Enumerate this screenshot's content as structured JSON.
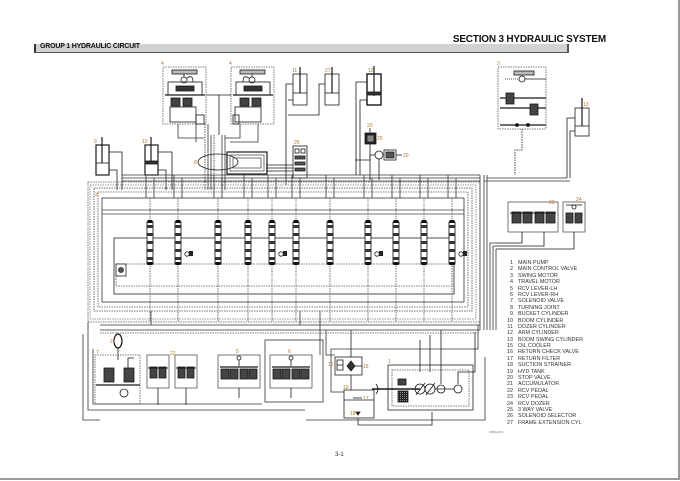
{
  "header": {
    "section_title": "SECTION  3  HYDRAULIC SYSTEM",
    "group_title": "GROUP  1  HYDRAULIC CIRCUIT"
  },
  "diagram": {
    "title": "Hydraulic circuit diagram",
    "component_labels": {
      "main_pump": "1",
      "main_control_valve": "2",
      "swing_motor": "3",
      "travel_motor_left": "4",
      "travel_motor_right": "4",
      "rcv_lever_lh": "5",
      "rcv_lever_rh": "6",
      "solenoid_valve": "7",
      "turning_joint": "8",
      "bucket_cylinder": "9",
      "boom_cylinder": "10",
      "dozer_cylinder": "11",
      "arm_cylinder": "12",
      "boom_swing_cylinder": "13",
      "oil_cooler": "15",
      "return_check_valve": "16",
      "return_filter": "17",
      "suction_strainer": "18",
      "hyd_tank": "19",
      "stop_valve": "20",
      "accumulator": "21",
      "rcv_pedal_1": "22",
      "rcv_pedal_2": "23",
      "rcv_dozer": "24",
      "three_way_valve": "25",
      "solenoid_selector": "26",
      "frame_extension_cyl": "27"
    },
    "colors": {
      "line": "#1a1a1a",
      "label": "#3a3a3a",
      "callout_number": "#b07a2a",
      "dashed_pilot": "#555555",
      "header_bar": "#d2d2d2"
    }
  },
  "legend": {
    "items": [
      {
        "num": "1",
        "label": "MAIN PUMP"
      },
      {
        "num": "2",
        "label": "MAIN CONTROL VALVE"
      },
      {
        "num": "3",
        "label": "SWING MOTOR"
      },
      {
        "num": "4",
        "label": "TRAVEL MOTOR"
      },
      {
        "num": "5",
        "label": "RCV LEVER-LH"
      },
      {
        "num": "6",
        "label": "RCV LEVER-RH"
      },
      {
        "num": "7",
        "label": "SOLENOID VALVE"
      },
      {
        "num": "8",
        "label": "TURNING JOINT"
      },
      {
        "num": "9",
        "label": "BUCKET CYLINDER"
      },
      {
        "num": "10",
        "label": "BOOM CYLINDER"
      },
      {
        "num": "11",
        "label": "DOZER CYLINDER"
      },
      {
        "num": "12",
        "label": "ARM CYLINDER"
      },
      {
        "num": "13",
        "label": "BOOM SWING CYLINDER"
      },
      {
        "num": "15",
        "label": "OIL COOLER"
      },
      {
        "num": "16",
        "label": "RETURN CHECK VALVE"
      },
      {
        "num": "17",
        "label": "RETURN FILTER"
      },
      {
        "num": "18",
        "label": "SUCTION STRAINER"
      },
      {
        "num": "19",
        "label": "HYD TANK"
      },
      {
        "num": "20",
        "label": "STOP VALVE"
      },
      {
        "num": "21",
        "label": "ACCUMULATOR"
      },
      {
        "num": "22",
        "label": "RCV PEDAL"
      },
      {
        "num": "23",
        "label": "RCV PEDAL"
      },
      {
        "num": "24",
        "label": "RCV DOZER"
      },
      {
        "num": "25",
        "label": "3 WAY VALVE"
      },
      {
        "num": "26",
        "label": "SOLENOID SELECTOR"
      },
      {
        "num": "27",
        "label": "FRAME EXTENSION CYL"
      }
    ]
  },
  "footer": {
    "drawing_code": "1883HC01",
    "page_number": "3-1"
  }
}
